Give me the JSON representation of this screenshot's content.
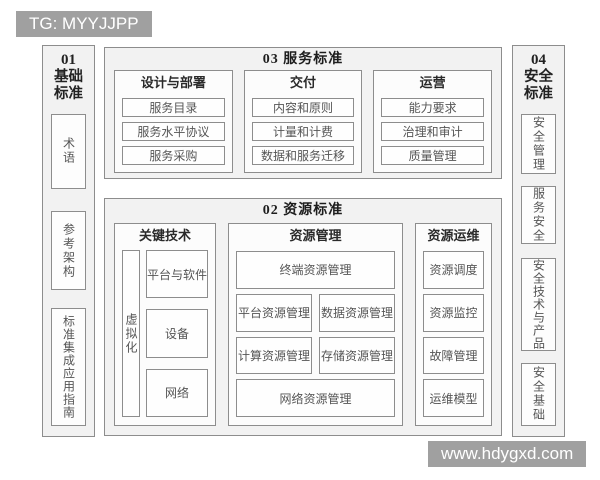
{
  "badges": {
    "top_left": "TG: MYYJJPP",
    "bottom_right": "www.hdygxd.com"
  },
  "colors": {
    "badge_bg": "#a0a0a0",
    "panel_bg": "#f2f2f2",
    "box_bg": "#fefefe",
    "border": "#8d8d8d",
    "title_text": "#1d1d1d",
    "item_text": "#555555"
  },
  "basic_column": {
    "num": "01",
    "title": "基础标准",
    "items": [
      "术语",
      "参考架构",
      "标准集成应用指南"
    ]
  },
  "security_column": {
    "num": "04",
    "title": "安全标准",
    "items": [
      "安全管理",
      "服务安全",
      "安全技术与产品",
      "安全基础"
    ]
  },
  "service_box": {
    "title": "03 服务标准",
    "groups": [
      {
        "title": "设计与部署",
        "items": [
          "服务目录",
          "服务水平协议",
          "服务采购"
        ]
      },
      {
        "title": "交付",
        "items": [
          "内容和原则",
          "计量和计费",
          "数据和服务迁移"
        ]
      },
      {
        "title": "运营",
        "items": [
          "能力要求",
          "治理和审计",
          "质量管理"
        ]
      }
    ]
  },
  "resource_box": {
    "title": "02 资源标准",
    "key_tech": {
      "title": "关键技术",
      "side_label": "虚拟化",
      "items": [
        "平台与软件",
        "设备",
        "网络"
      ]
    },
    "management": {
      "title": "资源管理",
      "row1": "终端资源管理",
      "row2": [
        "平台资源管理",
        "数据资源管理"
      ],
      "row3": [
        "计算资源管理",
        "存储资源管理"
      ],
      "row4": "网络资源管理"
    },
    "operation": {
      "title": "资源运维",
      "items": [
        "资源调度",
        "资源监控",
        "故障管理",
        "运维模型"
      ]
    }
  }
}
